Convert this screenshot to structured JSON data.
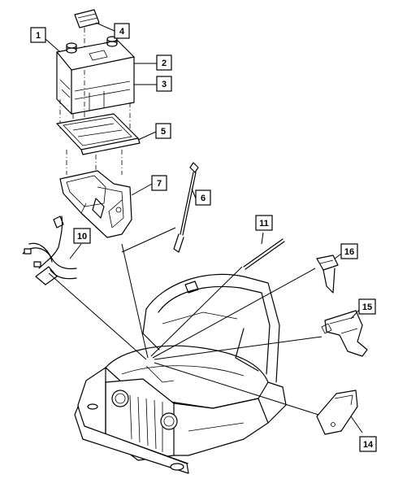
{
  "callouts": [
    {
      "id": "1",
      "label": "1"
    },
    {
      "id": "2",
      "label": "2"
    },
    {
      "id": "3",
      "label": "3"
    },
    {
      "id": "4",
      "label": "4"
    },
    {
      "id": "5",
      "label": "5"
    },
    {
      "id": "6",
      "label": "6"
    },
    {
      "id": "7",
      "label": "7"
    },
    {
      "id": "10",
      "label": "10"
    },
    {
      "id": "11",
      "label": "11"
    },
    {
      "id": "14",
      "label": "14"
    },
    {
      "id": "15",
      "label": "15"
    },
    {
      "id": "16",
      "label": "16"
    }
  ]
}
